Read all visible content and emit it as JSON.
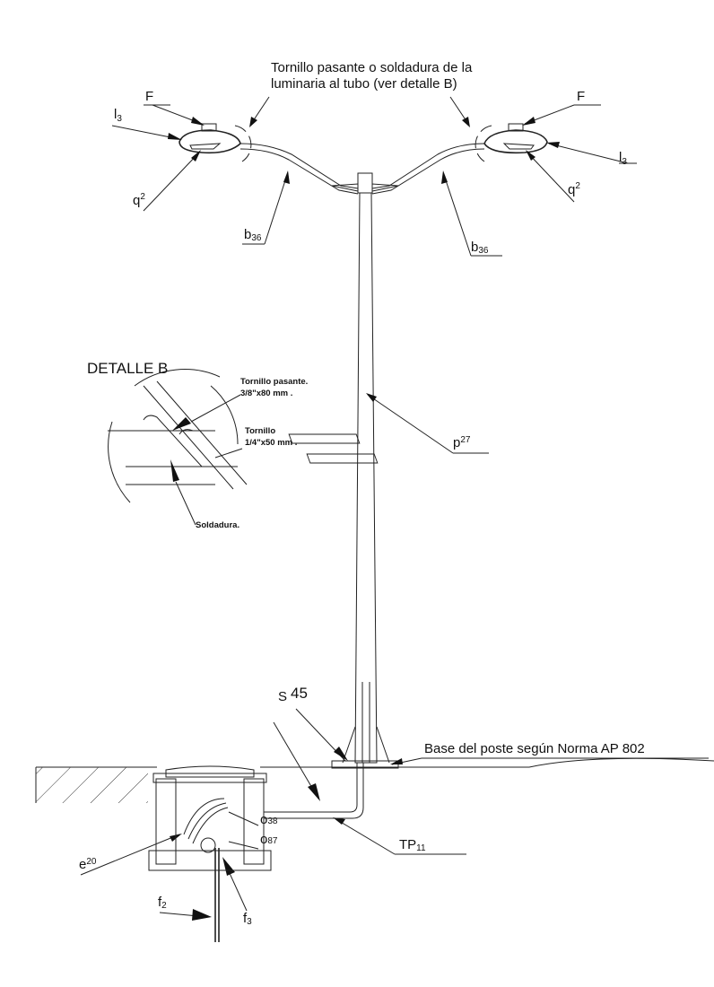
{
  "title": {
    "line1": "Tornillo pasante o soldadura de la",
    "line2": "luminaria al tubo (ver detalle B)"
  },
  "labels": {
    "f_left": "F",
    "f_right": "F",
    "l_left": {
      "main": "l",
      "sub": "3"
    },
    "l_right": {
      "main": "l",
      "sub": "3"
    },
    "q_left": {
      "main": "q",
      "sub": "2"
    },
    "q_right": {
      "main": "q",
      "sub": "2"
    },
    "b_left": {
      "main": "b",
      "sub": "36"
    },
    "b_right": {
      "main": "b",
      "sub": "36"
    },
    "p": {
      "main": "p",
      "sub": "27"
    },
    "s": {
      "main": "S",
      "sub": "45"
    },
    "base": "Base del poste según Norma AP 802",
    "tp": {
      "main": "TP",
      "sub": "11"
    },
    "o38": {
      "main": "o",
      "sub": "38"
    },
    "o87": {
      "main": "o",
      "sub": "87"
    },
    "e": {
      "main": "e",
      "sub": "20"
    },
    "f2": {
      "main": "f",
      "sub": "2"
    },
    "f3": {
      "main": "f",
      "sub": "3"
    }
  },
  "detail_b": {
    "title": "DETALLE B",
    "bolt_through_1": "Tornillo pasante.",
    "bolt_through_2": "3/8\"x80 mm .",
    "bolt_1": "Tornillo",
    "bolt_2": "1/4\"x50 mm .",
    "weld": "Soldadura."
  }
}
